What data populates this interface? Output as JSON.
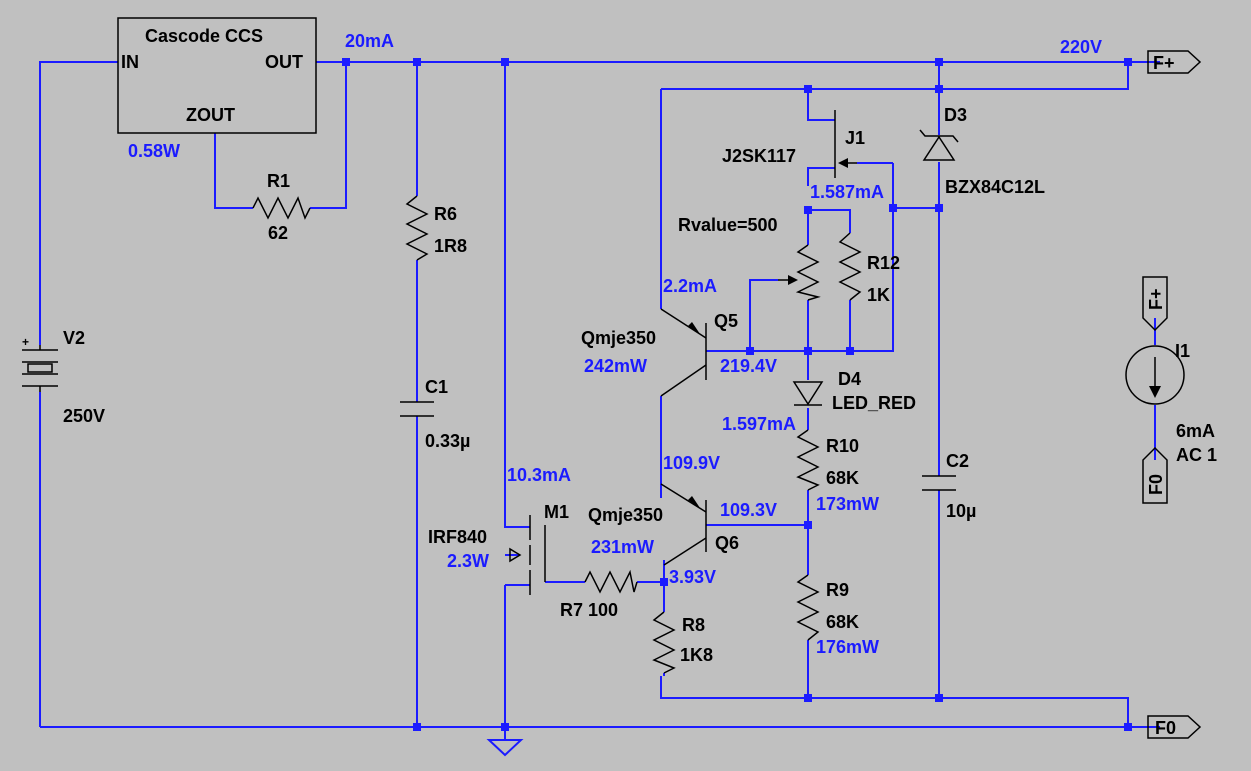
{
  "colors": {
    "background": "#c0c0c0",
    "wire": "#1b1bff",
    "symbol": "#000000",
    "annotation": "#1b1bff"
  },
  "ccs": {
    "name": "Cascode CCS",
    "in": "IN",
    "out": "OUT",
    "zout": "ZOUT",
    "power": "0.58W"
  },
  "net": {
    "current_top": "20mA",
    "voltage_top": "220V",
    "fplus": "F+",
    "f0": "F0"
  },
  "v2": {
    "ref": "V2",
    "value": "250V",
    "plus": "+"
  },
  "r1": {
    "ref": "R1",
    "value": "62"
  },
  "r6": {
    "ref": "R6",
    "value": "1R8"
  },
  "c1": {
    "ref": "C1",
    "value": "0.33µ"
  },
  "m1": {
    "ref": "M1",
    "model": "IRF840",
    "power": "2.3W",
    "current": "10.3mA"
  },
  "r7": {
    "label": "R7 100"
  },
  "r8": {
    "ref": "R8",
    "value": "1K8"
  },
  "q5": {
    "ref": "Q5",
    "model": "Qmje350",
    "power": "242mW",
    "current": "2.2mA",
    "base_v": "219.4V"
  },
  "q6": {
    "ref": "Q6",
    "model": "Qmje350",
    "power": "231mW",
    "collector_v": "109.9V",
    "base_v": "109.3V",
    "emitter_v": "3.93V"
  },
  "j1": {
    "ref": "J1",
    "model": "J2SK117",
    "current": "1.587mA"
  },
  "pot": {
    "value": "Rvalue=500"
  },
  "r12": {
    "ref": "R12",
    "value": "1K"
  },
  "d4": {
    "ref": "D4",
    "model": "LED_RED",
    "current": "1.597mA"
  },
  "r10": {
    "ref": "R10",
    "value": "68K",
    "power": "173mW"
  },
  "r9": {
    "ref": "R9",
    "value": "68K",
    "power": "176mW"
  },
  "d3": {
    "ref": "D3",
    "model": "BZX84C12L"
  },
  "c2": {
    "ref": "C2",
    "value": "10µ"
  },
  "i1": {
    "ref": "I1",
    "value": "6mA",
    "ac": "AC 1",
    "top_port": "F+",
    "bottom_port": "F0"
  }
}
